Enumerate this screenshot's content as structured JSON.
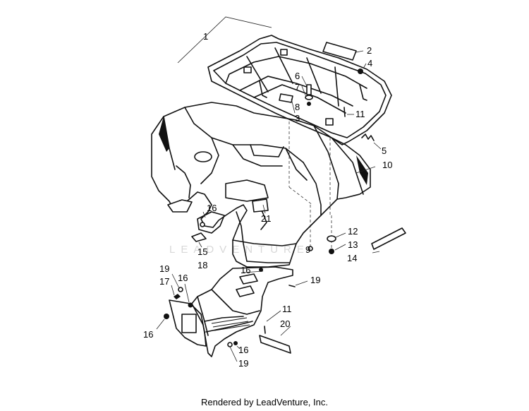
{
  "watermark": "LEADVENTURE",
  "credit": "Rendered by LeadVenture, Inc.",
  "callouts": [
    "1",
    "2",
    "4",
    "6",
    "7",
    "8",
    "3",
    "11",
    "5",
    "10",
    "16",
    "21",
    "12",
    "13",
    "9",
    "14",
    "15",
    "18",
    "19",
    "17",
    "16",
    "19",
    "11",
    "20",
    "16",
    "16",
    "19"
  ]
}
